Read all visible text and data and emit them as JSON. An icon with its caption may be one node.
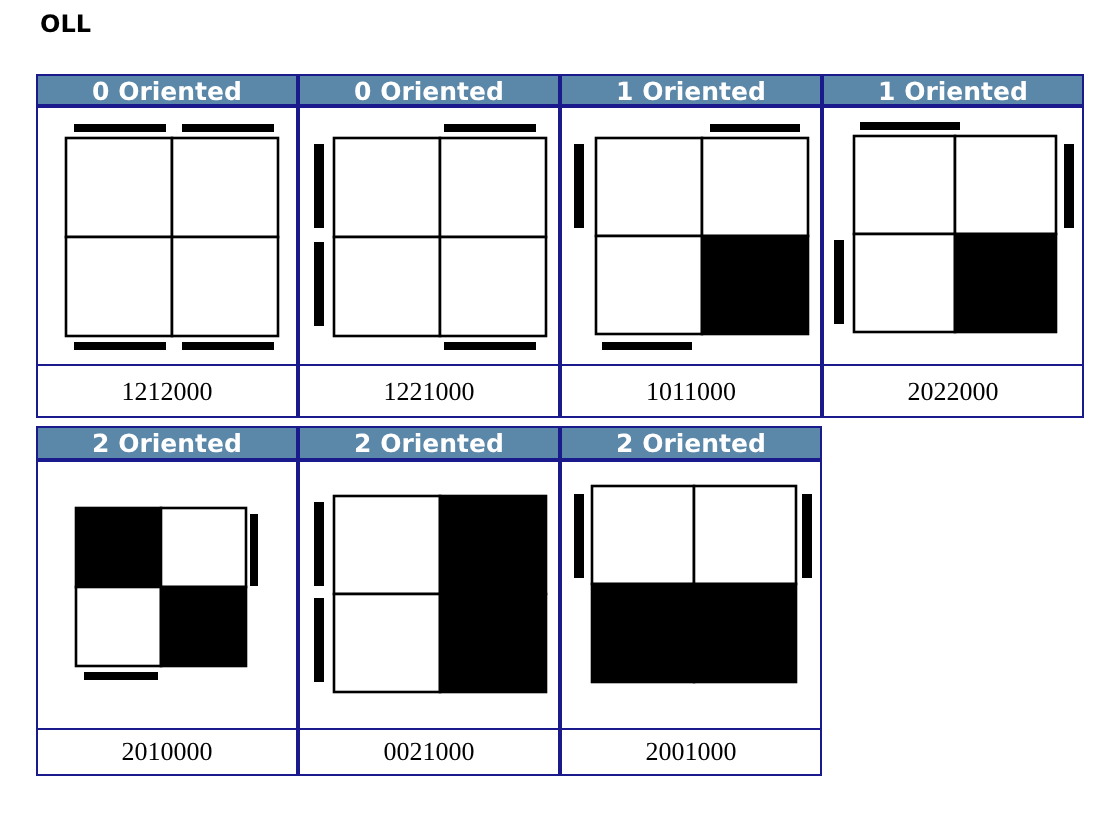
{
  "diagram": {
    "title": "OLL",
    "labels": [
      "0 Oriented",
      "0 Oriented",
      "1 Oriented",
      "1 Oriented",
      "1212000",
      "1221000",
      "1011000",
      "2022000",
      "2 Oriented",
      "2 Oriented",
      "2 Oriented",
      "2010000",
      "0021000",
      "2001000"
    ]
  }
}
